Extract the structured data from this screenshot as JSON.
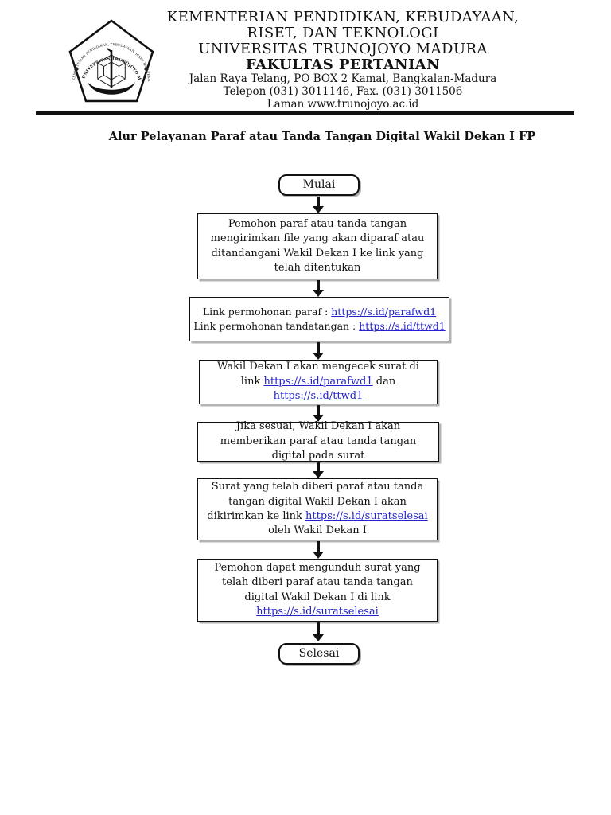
{
  "header": {
    "ministry_line1": "KEMENTERIAN PENDIDIKAN, KEBUDAYAAN,",
    "ministry_line2": "RISET, DAN TEKNOLOGI",
    "university": "UNIVERSITAS TRUNOJOYO MADURA",
    "faculty": "FAKULTAS PERTANIAN",
    "address_line": "Jalan Raya Telang, PO BOX 2 Kamal, Bangkalan-Madura",
    "phone_line": "Telepon (031) 3011146, Fax. (031) 3011506",
    "website_line": "Laman www.trunojoyo.ac.id",
    "seal": {
      "arc_outer": "KEMENTERIAN PENDIDIKAN, KEBUDAYAAN, RISET DAN TEKNOLOGI",
      "arc_inner": "UNIVERSITAS TRUNOJOYO MADURA"
    }
  },
  "document_title": "Alur Pelayanan Paraf atau Tanda Tangan Digital Wakil Dekan I FP",
  "flowchart": {
    "start_label": "Mulai",
    "step1_text": "Pemohon paraf atau tanda tangan mengirimkan file yang akan diparaf atau ditandangani Wakil Dekan I ke link yang telah ditentukan",
    "step2": {
      "row1_label": "Link permohonan paraf : ",
      "row1_url": "https://s.id/parafwd1",
      "row2_label": "Link permohonan tandatangan : ",
      "row2_url": "https://s.id/ttwd1"
    },
    "step3": {
      "text_before": "Wakil Dekan I akan mengecek surat di link ",
      "url1": "https://s.id/parafwd1",
      "connector": " dan ",
      "url2": "https://s.id/ttwd1"
    },
    "step4_text": "Jika sesuai, Wakil Dekan I akan memberikan paraf atau tanda tangan digital pada surat",
    "step5": {
      "text_before": "Surat yang telah diberi paraf atau tanda tangan digital Wakil Dekan I akan dikirimkan ke link ",
      "url": "https://s.id/suratselesai",
      "text_after": " oleh Wakil Dekan I"
    },
    "step6": {
      "text_before": "Pemohon dapat mengunduh surat yang telah diberi paraf atau tanda tangan digital Wakil Dekan I di link ",
      "url": "https://s.id/suratselesai"
    },
    "end_label": "Selesai"
  },
  "colors": {
    "ink_black": "#111111",
    "link_blue": "#2323cd",
    "box_shadow_gray": "#b3b3b3"
  }
}
